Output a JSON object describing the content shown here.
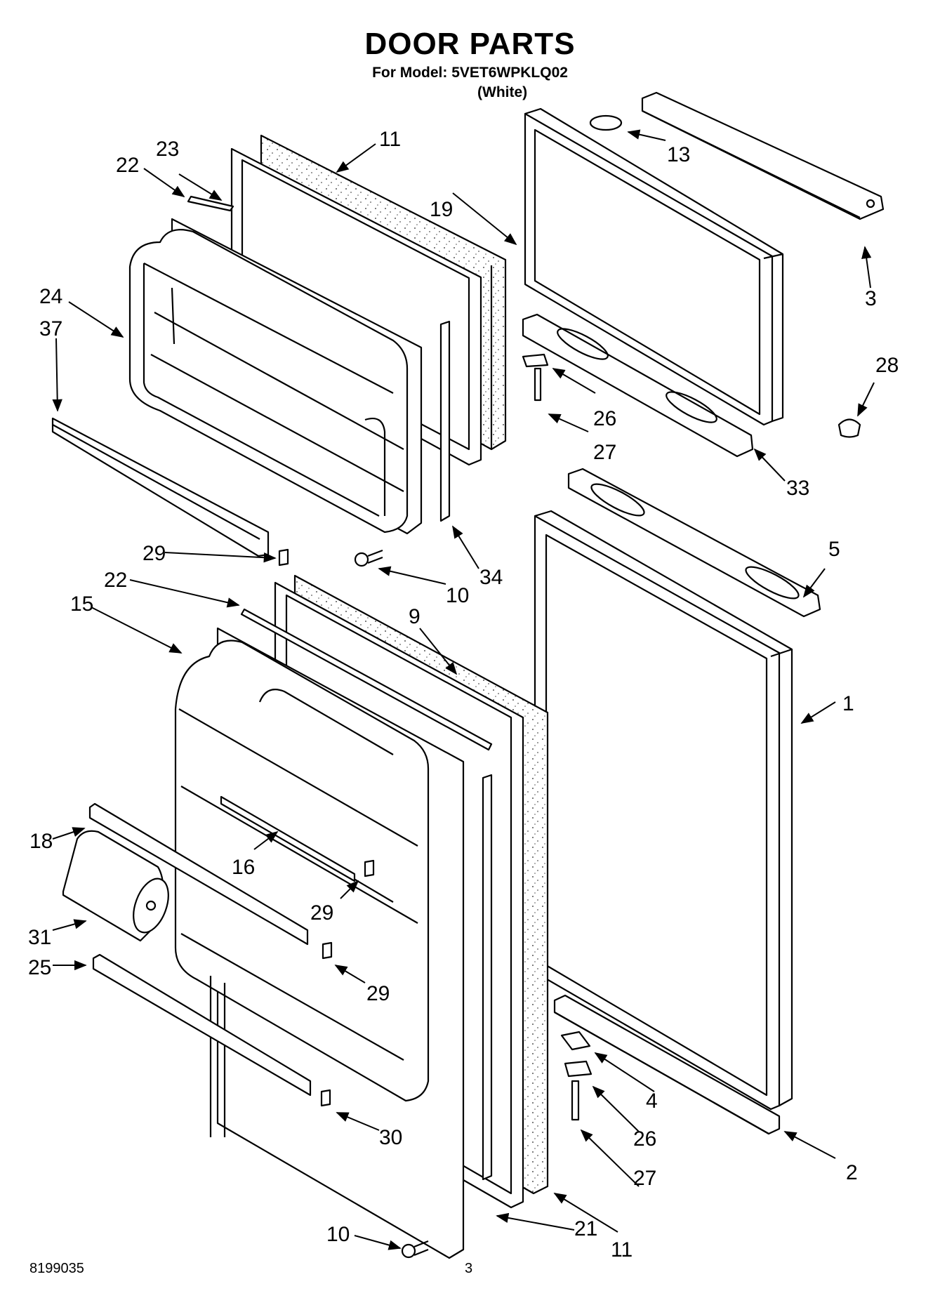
{
  "header": {
    "title": "DOOR PARTS",
    "model_line": "For Model: 5VET6WPKLQ02",
    "variant": "(White)"
  },
  "footer": {
    "doc_number": "8199035",
    "page_number": "3"
  },
  "callouts": {
    "c11a": "11",
    "c23": "23",
    "c22a": "22",
    "c13": "13",
    "c19": "19",
    "c3": "3",
    "c24": "24",
    "c37": "37",
    "c28": "28",
    "c26a": "26",
    "c27a": "27",
    "c33": "33",
    "c34": "34",
    "c29a": "29",
    "c10a": "10",
    "c5": "5",
    "c22b": "22",
    "c15": "15",
    "c9": "9",
    "c1": "1",
    "c18": "18",
    "c16": "16",
    "c29b": "29",
    "c31": "31",
    "c25": "25",
    "c29c": "29",
    "c4": "4",
    "c26b": "26",
    "c30": "30",
    "c27b": "27",
    "c2": "2",
    "c10b": "10",
    "c21": "21",
    "c11b": "11"
  }
}
